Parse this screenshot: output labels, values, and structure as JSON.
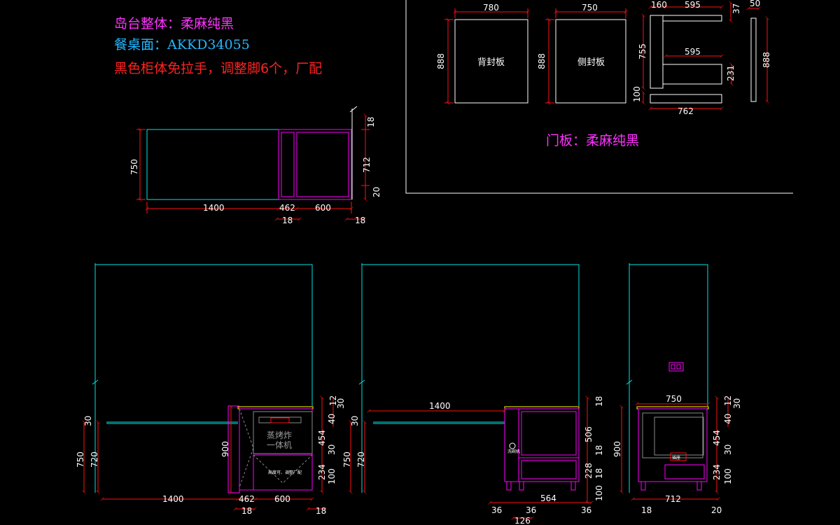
{
  "notes": {
    "island": "岛台整体：柔麻纯黑",
    "table_top": "餐桌面：AKKD34055",
    "cabinet": "黑色柜体免拉手，调整脚6个，厂配",
    "door": "门板：柔麻纯黑"
  },
  "panels": {
    "back": {
      "label": "背封板",
      "w": "780",
      "h": "888"
    },
    "side": {
      "label": "侧封板",
      "w": "750",
      "h": "888"
    },
    "frame": {
      "a": "160",
      "b": "595",
      "c": "595",
      "d": "755",
      "e": "231",
      "f": "100",
      "g": "762",
      "h": "37"
    },
    "strip": {
      "w": "50",
      "h": "888"
    }
  },
  "plan_dims": {
    "depth": "750",
    "len": "1400",
    "gap": "462",
    "cab": "600",
    "t1": "18",
    "t2": "18",
    "r1": "18",
    "r2": "712",
    "r3": "20"
  },
  "front1": {
    "h1": "750",
    "h2": "720",
    "top": "30",
    "h900": "900",
    "len": "1400",
    "gap": "462",
    "cab": "600",
    "t1": "18",
    "t2": "18",
    "r12": "12",
    "r30": "30",
    "r40": "40",
    "r454": "454",
    "r30b": "30",
    "r234": "234",
    "r100": "100",
    "oven1": "蒸烤炸",
    "oven2": "一体机",
    "drawer": "高度可、调整厂配"
  },
  "front2": {
    "h1": "750",
    "h2": "720",
    "top": "30",
    "len": "1400",
    "r18a": "18",
    "r506": "506",
    "r18b": "18",
    "r228": "228",
    "r18c": "18",
    "r100": "100",
    "b36a": "36",
    "b36b": "36",
    "b564": "564",
    "b36c": "36",
    "b126": "126",
    "sink": "洗碗机"
  },
  "side_view": {
    "w750": "750",
    "h900": "900",
    "r12": "12",
    "r30": "30",
    "r40": "40",
    "r454": "454",
    "r30b": "30",
    "r234": "234",
    "r100": "100",
    "b18": "18",
    "b712": "712",
    "b20": "20",
    "tag": "插座"
  }
}
